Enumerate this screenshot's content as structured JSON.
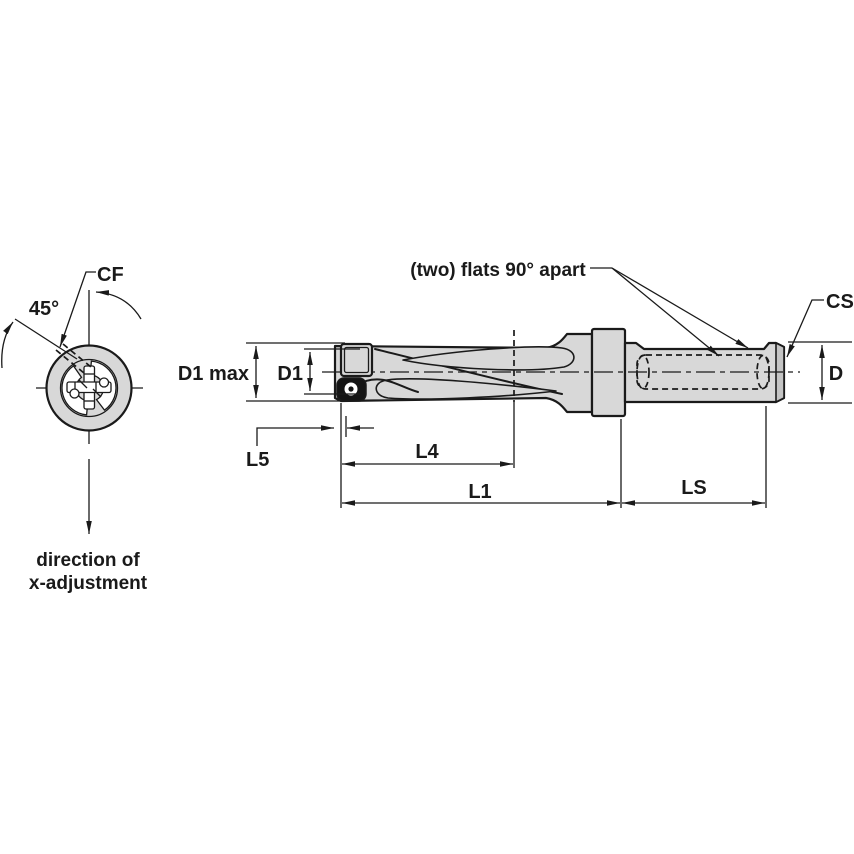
{
  "diagram": {
    "title_hint": "indexable insert drill dimension drawing",
    "labels": {
      "cf": "CF",
      "angle": "45°",
      "direction_line1": "direction of",
      "direction_line2": "x-adjustment",
      "flats_note": "(two) flats 90° apart",
      "cs": "CS",
      "d": "D",
      "d1_max": "D1 max",
      "d1": "D1",
      "l5": "L5",
      "l4": "L4",
      "l1": "L1",
      "ls": "LS"
    },
    "colors": {
      "line": "#1a1a1a",
      "body_fill": "#d8d8d8",
      "end_fill": "#c4c4c4",
      "insert_fill": "#141414",
      "background": "#ffffff"
    }
  }
}
